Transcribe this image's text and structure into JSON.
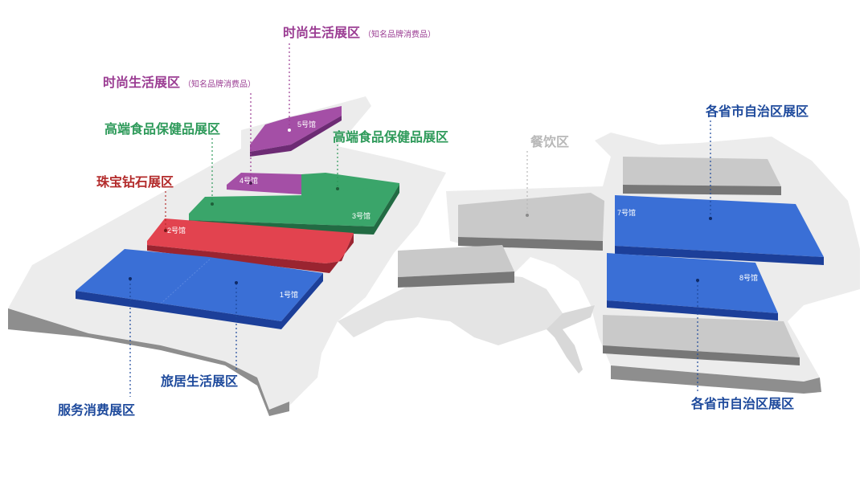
{
  "colors": {
    "fashion": "#9b3d93",
    "food": "#2e9a5a",
    "jewelry": "#b32b2b",
    "service": "#1e4a9c",
    "catering": "#9a9a9a",
    "hall_fashion": "#a44fa6",
    "hall_food": "#3aa56a",
    "hall_jewelry": "#e2434f",
    "hall_blue": "#3a6fd6",
    "hall_gray": "#c6c6c6",
    "floor": "#e9e9e9"
  },
  "halls": {
    "h1": "1号馆",
    "h2": "2号馆",
    "h3": "3号馆",
    "h4": "4号馆",
    "h5": "5号馆",
    "h7": "7号馆",
    "h8": "8号馆"
  },
  "zones": {
    "fashion_top": {
      "name": "时尚生活展区",
      "note": "（知名品牌消费品）"
    },
    "fashion_left": {
      "name": "时尚生活展区",
      "note": "（知名品牌消费品）"
    },
    "food_left": {
      "name": "高端食品保健品展区"
    },
    "food_right": {
      "name": "高端食品保健品展区"
    },
    "jewelry": {
      "name": "珠宝钻石展区"
    },
    "catering": {
      "name": "餐饮区"
    },
    "provinces_top": {
      "name": "各省市自治区展区"
    },
    "provinces_bottom": {
      "name": "各省市自治区展区"
    },
    "travel_home": {
      "name": "旅居生活展区"
    },
    "service": {
      "name": "服务消费展区"
    }
  }
}
